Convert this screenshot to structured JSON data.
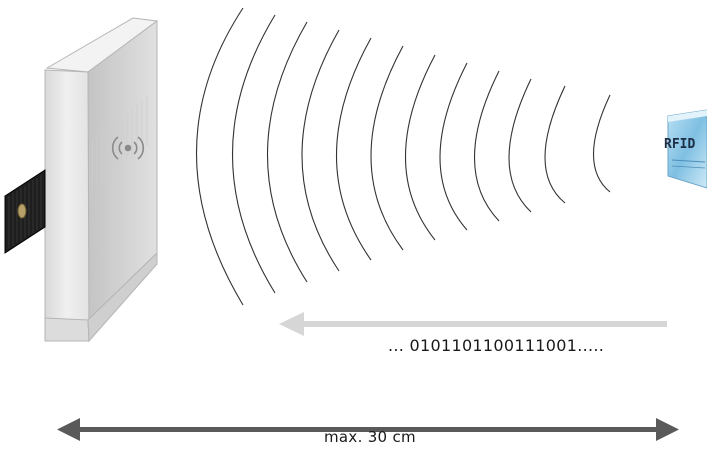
{
  "diagram": {
    "data_stream": "... 0101101100111001.....",
    "range_label": "max. 30 cm",
    "tag_label": "RFID",
    "colors": {
      "reader_body": "#e6e6e6",
      "reader_edge": "#bdbdbd",
      "card": "#1e1e1e",
      "waves": "#333333",
      "data_arrow": "#d6d6d6",
      "range_arrow": "#5a5a5a",
      "tag": "#8ec7e6"
    },
    "icons": [
      "rfid-reader-device",
      "access-card",
      "radio-waves",
      "rfid-tag",
      "data-flow-arrow",
      "distance-arrow"
    ]
  }
}
